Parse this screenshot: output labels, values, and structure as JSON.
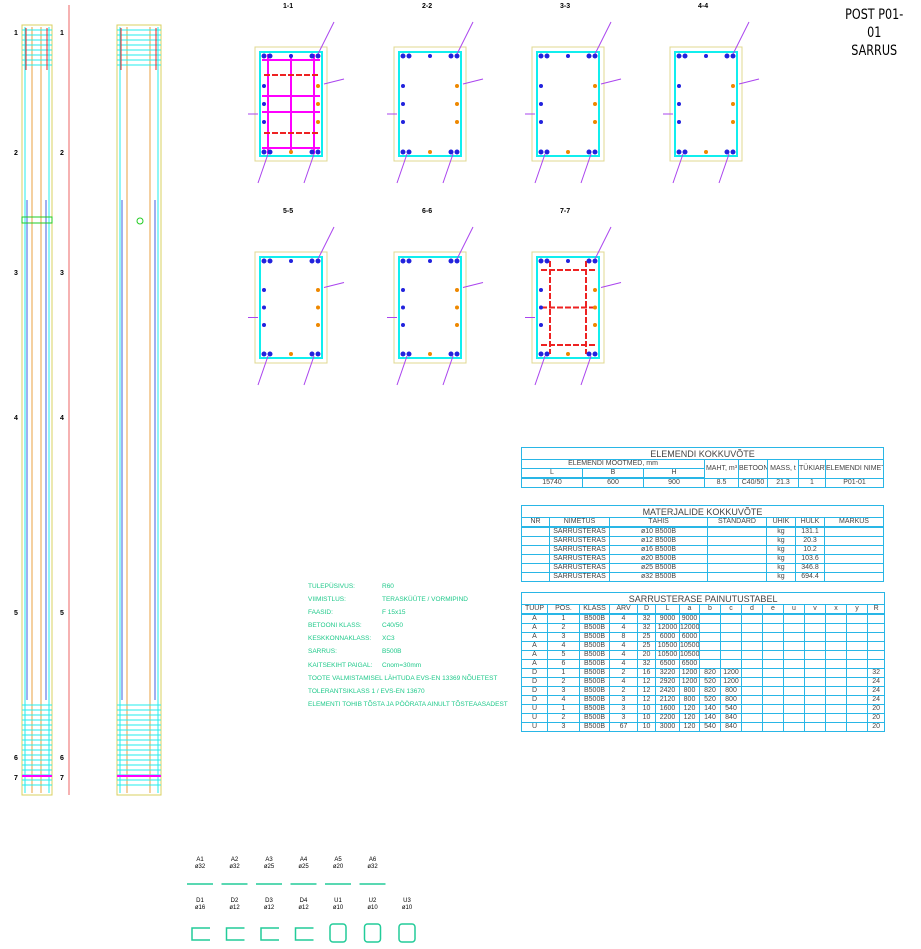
{
  "header": {
    "title": "POST P01-01",
    "subtitle": "SARRUS"
  },
  "sections": [
    {
      "label": "1-1"
    },
    {
      "label": "2-2"
    },
    {
      "label": "3-3"
    },
    {
      "label": "4-4"
    },
    {
      "label": "5-5"
    },
    {
      "label": "6-6"
    },
    {
      "label": "7-7"
    }
  ],
  "elevation": {
    "markers": [
      "7",
      "6",
      "5",
      "4",
      "3",
      "2",
      "1"
    ]
  },
  "summary": {
    "title": "ELEMENDI KOKKUVÕTE",
    "dims_header": "ELEMENDI MÕÕTMED, mm",
    "cols": [
      "L",
      "B",
      "H",
      "MAHT, m³",
      "BETOON",
      "MASS, t",
      "TÜKIARV",
      "ELEMENDI NIMETUS"
    ],
    "row": [
      "15740",
      "600",
      "900",
      "8.5",
      "C40/50",
      "21.3",
      "1",
      "P01-01"
    ]
  },
  "materials": {
    "title": "MATERJALIDE KOKKUVÕTE",
    "cols": [
      "NR",
      "NIMETUS",
      "TÄHIS",
      "STANDARD",
      "ÜHIK",
      "HULK",
      "MÄRKUS"
    ],
    "rows": [
      [
        "",
        "SARRUSTERAS",
        "ø10  B500B",
        "",
        "kg",
        "131.1",
        ""
      ],
      [
        "",
        "SARRUSTERAS",
        "ø12  B500B",
        "",
        "kg",
        "20.3",
        ""
      ],
      [
        "",
        "SARRUSTERAS",
        "ø16  B500B",
        "",
        "kg",
        "10.2",
        ""
      ],
      [
        "",
        "SARRUSTERAS",
        "ø20  B500B",
        "",
        "kg",
        "103.6",
        ""
      ],
      [
        "",
        "SARRUSTERAS",
        "ø25  B500B",
        "",
        "kg",
        "346.8",
        ""
      ],
      [
        "",
        "SARRUSTERAS",
        "ø32  B500B",
        "",
        "kg",
        "694.4",
        ""
      ]
    ]
  },
  "bending": {
    "title": "SARRUSTERASE PAINUTUSTABEL",
    "cols": [
      "TÜÜP",
      "POS.",
      "KLASS",
      "ARV",
      "D",
      "L",
      "a",
      "b",
      "c",
      "d",
      "e",
      "u",
      "v",
      "x",
      "y",
      "R"
    ],
    "rows": [
      [
        "A",
        "1",
        "B500B",
        "4",
        "32",
        "9000",
        "9000",
        "",
        "",
        "",
        "",
        "",
        "",
        "",
        "",
        ""
      ],
      [
        "A",
        "2",
        "B500B",
        "4",
        "32",
        "12000",
        "12000",
        "",
        "",
        "",
        "",
        "",
        "",
        "",
        "",
        ""
      ],
      [
        "A",
        "3",
        "B500B",
        "8",
        "25",
        "6000",
        "6000",
        "",
        "",
        "",
        "",
        "",
        "",
        "",
        "",
        ""
      ],
      [
        "A",
        "4",
        "B500B",
        "4",
        "25",
        "10500",
        "10500",
        "",
        "",
        "",
        "",
        "",
        "",
        "",
        "",
        ""
      ],
      [
        "A",
        "5",
        "B500B",
        "4",
        "20",
        "10500",
        "10500",
        "",
        "",
        "",
        "",
        "",
        "",
        "",
        "",
        ""
      ],
      [
        "A",
        "6",
        "B500B",
        "4",
        "32",
        "6500",
        "6500",
        "",
        "",
        "",
        "",
        "",
        "",
        "",
        "",
        ""
      ],
      [
        "D",
        "1",
        "B500B",
        "2",
        "16",
        "3220",
        "1200",
        "820",
        "1200",
        "",
        "",
        "",
        "",
        "",
        "",
        "32"
      ],
      [
        "D",
        "2",
        "B500B",
        "4",
        "12",
        "2920",
        "1200",
        "520",
        "1200",
        "",
        "",
        "",
        "",
        "",
        "",
        "24"
      ],
      [
        "D",
        "3",
        "B500B",
        "2",
        "12",
        "2420",
        "800",
        "820",
        "800",
        "",
        "",
        "",
        "",
        "",
        "",
        "24"
      ],
      [
        "D",
        "4",
        "B500B",
        "3",
        "12",
        "2120",
        "800",
        "520",
        "800",
        "",
        "",
        "",
        "",
        "",
        "",
        "24"
      ],
      [
        "U",
        "1",
        "B500B",
        "3",
        "10",
        "1600",
        "120",
        "140",
        "540",
        "",
        "",
        "",
        "",
        "",
        "",
        "20"
      ],
      [
        "U",
        "2",
        "B500B",
        "3",
        "10",
        "2200",
        "120",
        "140",
        "840",
        "",
        "",
        "",
        "",
        "",
        "",
        "20"
      ],
      [
        "U",
        "3",
        "B500B",
        "67",
        "10",
        "3000",
        "120",
        "540",
        "840",
        "",
        "",
        "",
        "",
        "",
        "",
        "20"
      ]
    ]
  },
  "notes": [
    [
      "TULEPÜSIVUS:",
      "R60"
    ],
    [
      "VIIMISTLUS:",
      "TERASKÜÜTE / VORMIPIND"
    ],
    [
      "FAASID:",
      "F 15x15"
    ],
    [
      "BETOONI KLASS:",
      "C40/50"
    ],
    [
      "KESKKONNAKLASS:",
      "XC3"
    ],
    [
      "SARRUS:",
      "B500B"
    ],
    [
      "KAITSEKIHT PAIGAL:",
      "Cnom=30mm"
    ],
    [
      "TOOTE VALMISTAMISEL LÄHTUDA EVS-EN 13369 NÕUETEST",
      ""
    ],
    [
      "TOLERANTSIKLASS 1 / EVS-EN 13670",
      ""
    ],
    [
      "ELEMENTI TOHIB TÕSTA JA PÖÖRATA AINULT TÕSTEAASADEST",
      ""
    ]
  ],
  "bars": [
    {
      "mark": "A1",
      "dia": "ø32"
    },
    {
      "mark": "A2",
      "dia": "ø32"
    },
    {
      "mark": "A3",
      "dia": "ø25"
    },
    {
      "mark": "A4",
      "dia": "ø25"
    },
    {
      "mark": "A5",
      "dia": "ø20"
    },
    {
      "mark": "A6",
      "dia": "ø32"
    },
    {
      "mark": "D1",
      "dia": "ø16"
    },
    {
      "mark": "D2",
      "dia": "ø12"
    },
    {
      "mark": "D3",
      "dia": "ø12"
    },
    {
      "mark": "D4",
      "dia": "ø12"
    },
    {
      "mark": "U1",
      "dia": "ø10"
    },
    {
      "mark": "U2",
      "dia": "ø10"
    },
    {
      "mark": "U3",
      "dia": "ø10"
    }
  ]
}
